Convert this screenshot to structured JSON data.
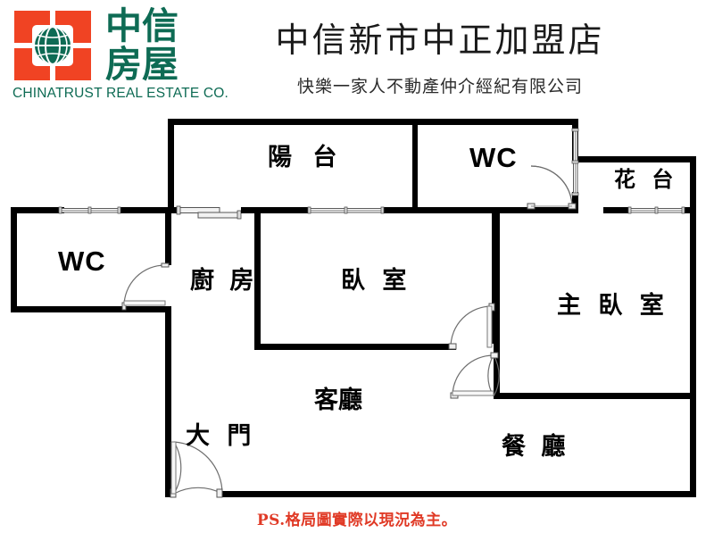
{
  "header": {
    "logo": {
      "brand_cjk": "中信\n房屋",
      "brand_en": "CHINATRUST REAL ESTATE CO.",
      "mark_color": "#f04323",
      "text_color": "#0e6b54"
    },
    "title": "中信新市中正加盟店",
    "subtitle": "快樂一家人不動產仲介經紀有限公司"
  },
  "floorplan": {
    "rooms": [
      {
        "key": "balcony",
        "label": "陽 台"
      },
      {
        "key": "wc_top",
        "label": "WC"
      },
      {
        "key": "flower",
        "label": "花 台"
      },
      {
        "key": "wc_left",
        "label": "WC"
      },
      {
        "key": "kitchen",
        "label": "廚 房"
      },
      {
        "key": "bedroom",
        "label": "臥 室"
      },
      {
        "key": "master",
        "label": "主 臥 室"
      },
      {
        "key": "living",
        "label": "客廳"
      },
      {
        "key": "entry",
        "label": "大 門"
      },
      {
        "key": "dining",
        "label": "餐 廳"
      }
    ],
    "labels": {
      "balcony": "陽 台",
      "wc_top": "WC",
      "flower": "花 台",
      "wc_left": "WC",
      "kitchen": "廚 房",
      "bedroom": "臥 室",
      "master": "主 臥 室",
      "living": "客廳",
      "entry": "大 門",
      "dining": "餐 廳"
    },
    "note": "PS.格局圖實際以現況為主。",
    "note_color": "#e03a26",
    "wall_color": "#000000",
    "background": "#ffffff"
  }
}
